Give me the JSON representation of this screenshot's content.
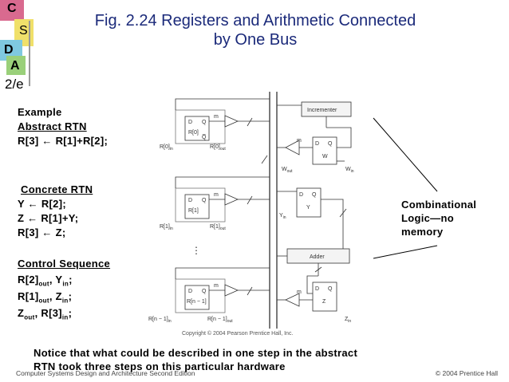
{
  "logo": {
    "c": "C",
    "s": "S",
    "d": "D",
    "a": "A",
    "edition": "2/e"
  },
  "title": {
    "line1": "Fig. 2.24  Registers and Arithmetic Connected",
    "line2": "by One Bus"
  },
  "left": {
    "example": "Example",
    "abstract_rtn": "Abstract RTN",
    "abstract_stmt": "R[3] ← R[1]+R[2];",
    "concrete_rtn": "Concrete RTN",
    "concrete": [
      "Y ← R[2];",
      "Z ← R[1]+Y;",
      "R[3] ← Z;"
    ],
    "control_sequence": "Control Sequence",
    "cs1a": "R[2]",
    "cs1a_sub": "out",
    "cs1b": ", Y",
    "cs1b_sub": "in",
    "cs1c": ";",
    "cs2a": "R[1]",
    "cs2a_sub": "out",
    "cs2b": ", Z",
    "cs2b_sub": "in",
    "cs2c": ";",
    "cs3a": "Z",
    "cs3a_sub": "out",
    "cs3b": ", R[3]",
    "cs3b_sub": "in",
    "cs3c": ";"
  },
  "diagram": {
    "incrementer": "Incrementer",
    "adder": "Adder",
    "w": "W",
    "y": "Y",
    "z": "Z",
    "m": "m",
    "r0": "R[0]",
    "r1": "R[1]",
    "rn1": "R[n − 1]",
    "r0in": "R[0]",
    "r0out": "R[0]",
    "r1in": "R[1]",
    "r1out": "R[1]",
    "rn1in": "R[n − 1]",
    "rn1out": "R[n − 1]",
    "in_sub": "in",
    "out_sub": "out",
    "wout": "W",
    "win": "W",
    "yin": "Y",
    "zin": "Z",
    "d": "D",
    "q": "Q",
    "qbar": "Q̅",
    "dots": "⋮",
    "copyright": "Copyright © 2004 Pearson Prentice Hall, Inc."
  },
  "combinational": [
    "Combinational",
    "Logic—no",
    "memory"
  ],
  "notice": [
    "Notice that what could be described in one step in the abstract",
    "RTN took three steps on this particular hardware"
  ],
  "footer": {
    "left": "Computer Systems Design and Architecture Second Edition",
    "right": "© 2004 Prentice Hall"
  }
}
